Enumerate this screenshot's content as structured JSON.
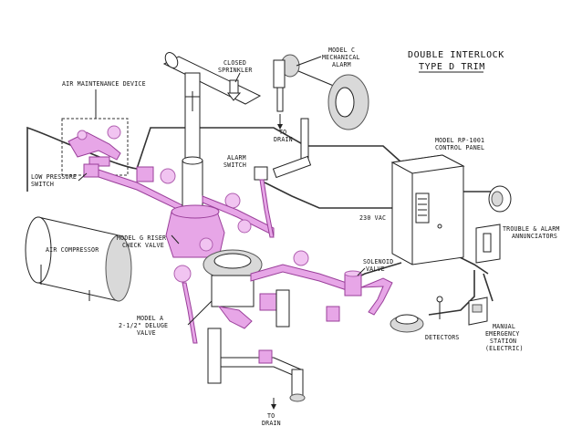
{
  "title": {
    "line1": "DOUBLE INTERLOCK",
    "line2": "TYPE D TRIM"
  },
  "labels": {
    "closed_sprinkler": [
      "CLOSED",
      "SPRINKLER"
    ],
    "mechanical_alarm": [
      "MODEL C",
      "MECHANICAL",
      "ALARM"
    ],
    "to_drain_top": [
      "TO",
      "DRAIN"
    ],
    "air_maintenance": "AIR MAINTENANCE DEVICE",
    "control_panel": [
      "MODEL RP-1001",
      "CONTROL PANEL"
    ],
    "alarm_switch": [
      "ALARM",
      "SWITCH"
    ],
    "low_pressure": [
      "LOW PRESSURE",
      "SWITCH"
    ],
    "vac": "230 VAC",
    "trouble": [
      "TROUBLE & ALARM",
      "ANNUNCIATORS"
    ],
    "riser_check": [
      "MODEL G RISER",
      "CHECK VALVE"
    ],
    "air_compressor": "AIR COMPRESSOR",
    "solenoid": [
      "SOLENOID",
      "VALVE"
    ],
    "deluge": [
      "MODEL A",
      "2-1/2\" DELUGE",
      "VALVE"
    ],
    "detectors": "DETECTORS",
    "manual_station": [
      "MANUAL",
      "EMERGENCY",
      "STATION",
      "(ELECTRIC)"
    ],
    "to_drain_bottom": [
      "TO",
      "DRAIN"
    ]
  },
  "colors": {
    "trim": "#e7a6e7",
    "trim_stroke": "#9a3f9a",
    "line": "#222222"
  }
}
